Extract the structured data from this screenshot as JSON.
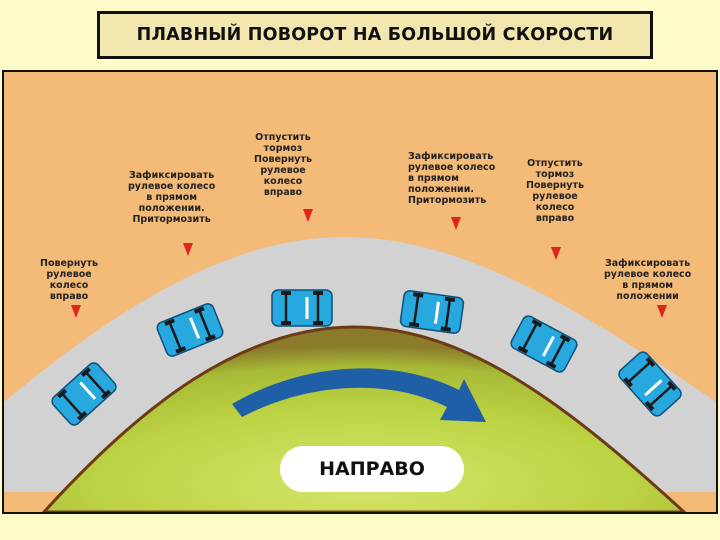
{
  "title": "ПЛАВНЫЙ ПОВОРОТ НА БОЛЬШОЙ СКОРОСТИ",
  "direction_label": "НАПРАВО",
  "notes": [
    "Повернуть\nрулевое\nколесо\nвправо",
    "Зафиксировать\nрулевое колесо\nв прямом\nположении.\nПритормозить",
    "Отпустить\nтормоз\nПовернуть\nрулевое\nколесо\nвправо",
    "Зафиксировать\nрулевое колесо\nв прямом\nположении.\nПритормозить",
    "Отпустить\nтормоз\nПовернуть\nрулевое\nколесо\nвправо",
    "Зафиксировать\nрулевое колесо\nв прямом\nположении"
  ],
  "colors": {
    "background": "#fdfbc8",
    "sand": "#f4ba78",
    "road": "#d2d2d2",
    "grass": "#b8d23c",
    "car": "#27a9e0",
    "arrow": "#1f5fa8",
    "marker": "#e0261b"
  }
}
